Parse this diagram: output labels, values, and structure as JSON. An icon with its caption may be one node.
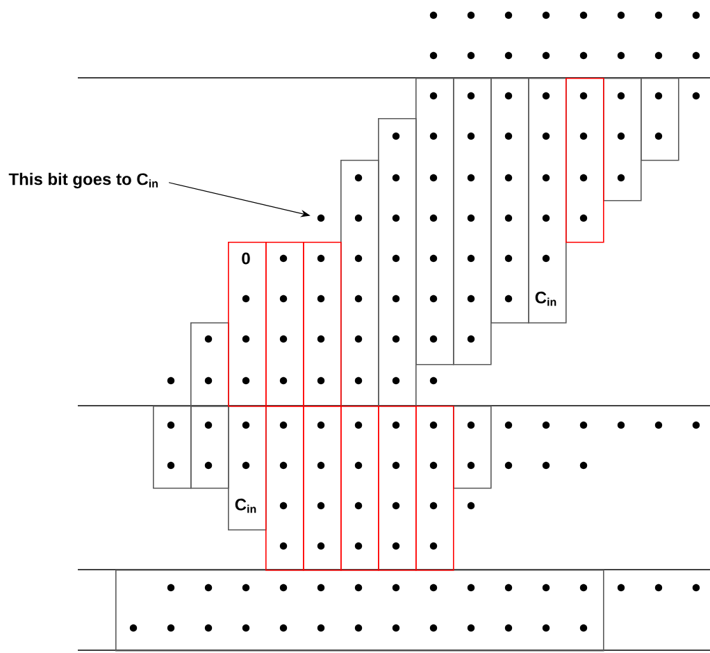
{
  "diagram": {
    "nodes": [
      {
        "text": [
          "This bit goes to C$_{in}$"
        ]
      },
      {
        "text": [],
        "shape": "circle"
      },
      {
        "text": [],
        "shape": "box"
      },
      {
        "text": [
          "0"
        ]
      },
      {
        "text": [],
        "shape": "box"
      },
      {
        "text": [],
        "shape": "box"
      },
      {
        "text": [],
        "shape": "box"
      },
      {
        "text": [],
        "shape": "box"
      },
      {
        "text": [],
        "shape": "box"
      },
      {
        "text": [],
        "shape": "box"
      },
      {
        "text": [],
        "shape": "box"
      },
      {
        "text": [
          "C$_{in}$"
        ]
      },
      {
        "text": [],
        "shape": "box"
      },
      {
        "text": [],
        "shape": "box"
      },
      {
        "text": [],
        "shape": "box"
      },
      {
        "text": [],
        "shape": "box"
      },
      {
        "text": [],
        "shape": "box"
      },
      {
        "text": [
          "C$_{in}$"
        ]
      },
      {
        "text": [],
        "shape": "box"
      },
      {
        "text": [],
        "shape": "box"
      },
      {
        "text": [],
        "shape": "box"
      },
      {
        "text": [],
        "shape": "box"
      },
      {
        "text": [],
        "shape": "box"
      },
      {
        "text": [],
        "shape": "box"
      },
      {
        "text": [],
        "shape": "box"
      }
    ],
    "edges": [
      {
        "from": 0,
        "to": 1,
        "arrow": "to"
      }
    ]
  }
}
